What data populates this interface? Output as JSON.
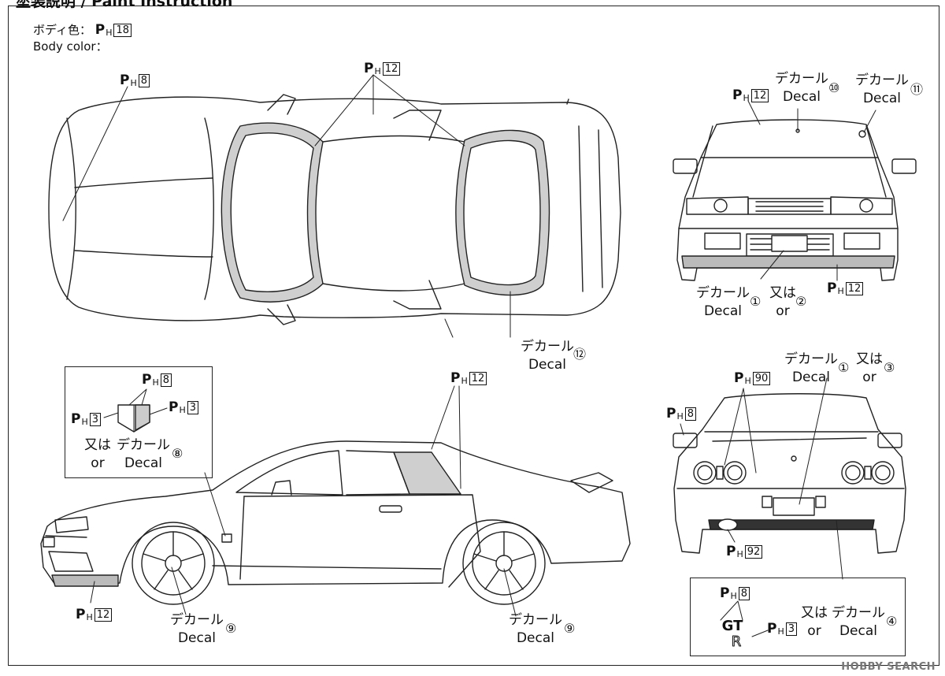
{
  "header": "塗装説明 / Paint Instruction",
  "body_color": {
    "jp": "ボディ色：",
    "en": "Body color：",
    "code": "18"
  },
  "paint_prefix": "P",
  "paint_sub": "H",
  "top_view": {
    "hood_code": "8",
    "window_code": "12"
  },
  "decal_labels": {
    "jp": "デカール",
    "en": "Decal",
    "or_jp": "又は",
    "or_en": "or"
  },
  "front_view": {
    "roof_code": "12",
    "decal_a_num": "⑩",
    "decal_b_num": "⑪",
    "plate_num1": "①",
    "plate_num2": "②",
    "lip_code": "12"
  },
  "top_decal_num": "⑫",
  "rear_view": {
    "spoiler_code": "90",
    "mirror_code": "8",
    "plate_num1": "①",
    "plate_num2": "③",
    "muffler_code": "92"
  },
  "side_view": {
    "window_code": "12",
    "lip_code": "12",
    "wheel_decal_num": "⑨"
  },
  "gt_inset": {
    "top_code": "8",
    "left_code": "3",
    "right_code": "3",
    "decal_num": "⑧"
  },
  "gtr_inset": {
    "top_code": "8",
    "right_code": "3",
    "decal_num": "④"
  },
  "watermark": "HOBBY SEARCH"
}
